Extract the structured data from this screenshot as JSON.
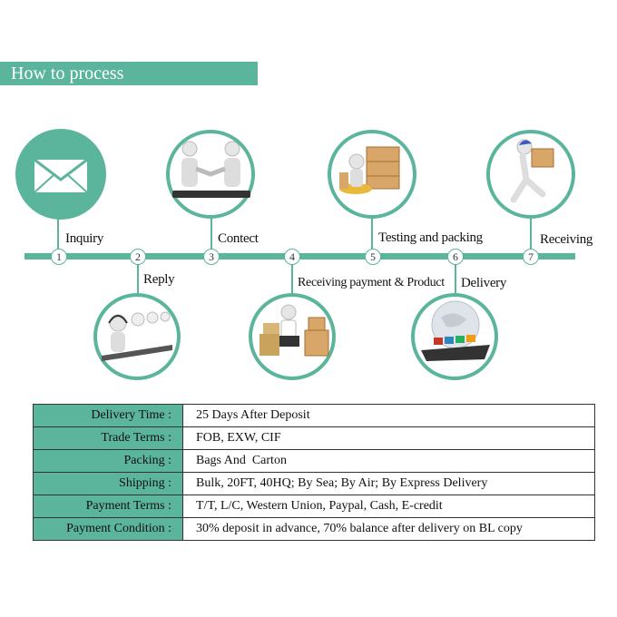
{
  "header": {
    "title": "How to process"
  },
  "steps": [
    {
      "number": "1",
      "label": "Inquiry",
      "icon": "envelope-icon"
    },
    {
      "number": "2",
      "label": "Reply",
      "icon": "call-center-icon"
    },
    {
      "number": "3",
      "label": "Contect",
      "icon": "handshake-icon"
    },
    {
      "number": "4",
      "label": "Receiving payment & Product",
      "icon": "money-and-boxes-icon"
    },
    {
      "number": "5",
      "label": "Testing and packing",
      "icon": "warehouse-pallets-icon"
    },
    {
      "number": "6",
      "label": "Delivery",
      "icon": "globe-ship-icon"
    },
    {
      "number": "7",
      "label": "Receiving",
      "icon": "courier-running-icon"
    }
  ],
  "colors": {
    "accent": "#5bb59c"
  },
  "table": {
    "rows": [
      {
        "key": "Delivery Time :",
        "value": "25 Days After Deposit"
      },
      {
        "key": "Trade Terms :",
        "value": "FOB, EXW, CIF"
      },
      {
        "key": "Packing :",
        "value": "Bags And  Carton"
      },
      {
        "key": "Shipping :",
        "value": "Bulk, 20FT, 40HQ; By Sea; By Air; By Express Delivery"
      },
      {
        "key": "Payment Terms :",
        "value": "T/T, L/C, Western Union, Paypal, Cash, E-credit"
      },
      {
        "key": "Payment Condition :",
        "value": "30% deposit in advance, 70% balance after delivery on BL copy"
      }
    ]
  }
}
